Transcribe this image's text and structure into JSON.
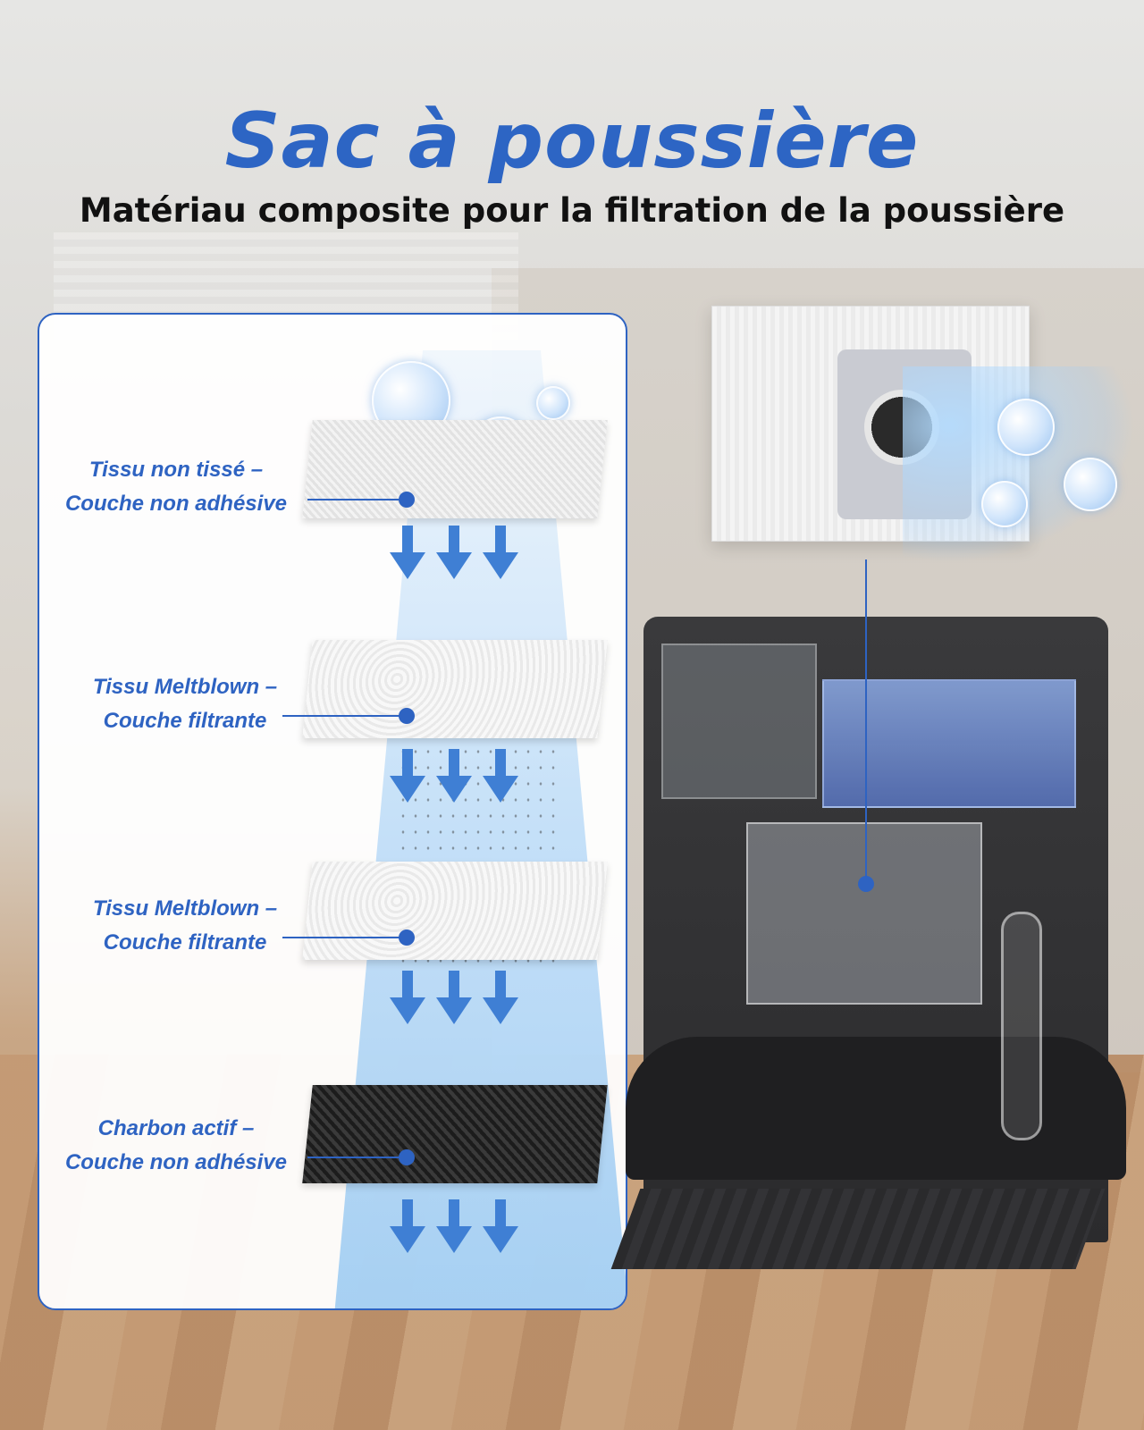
{
  "header": {
    "title": "Sac à poussière",
    "subtitle": "Matériau composite pour la filtration de la poussière"
  },
  "layers": [
    {
      "line1": "Tissu non tissé –",
      "line2": "Couche non adhésive"
    },
    {
      "line1": "Tissu Meltblown –",
      "line2": "Couche filtrante"
    },
    {
      "line1": "Tissu Meltblown –",
      "line2": "Couche filtrante"
    },
    {
      "line1": "Charbon actif –",
      "line2": "Couche non adhésive"
    }
  ],
  "colors": {
    "accent": "#2e63c2",
    "title": "#2d65c4",
    "subtitle": "#111111",
    "arrow": "#3f7fd4"
  }
}
